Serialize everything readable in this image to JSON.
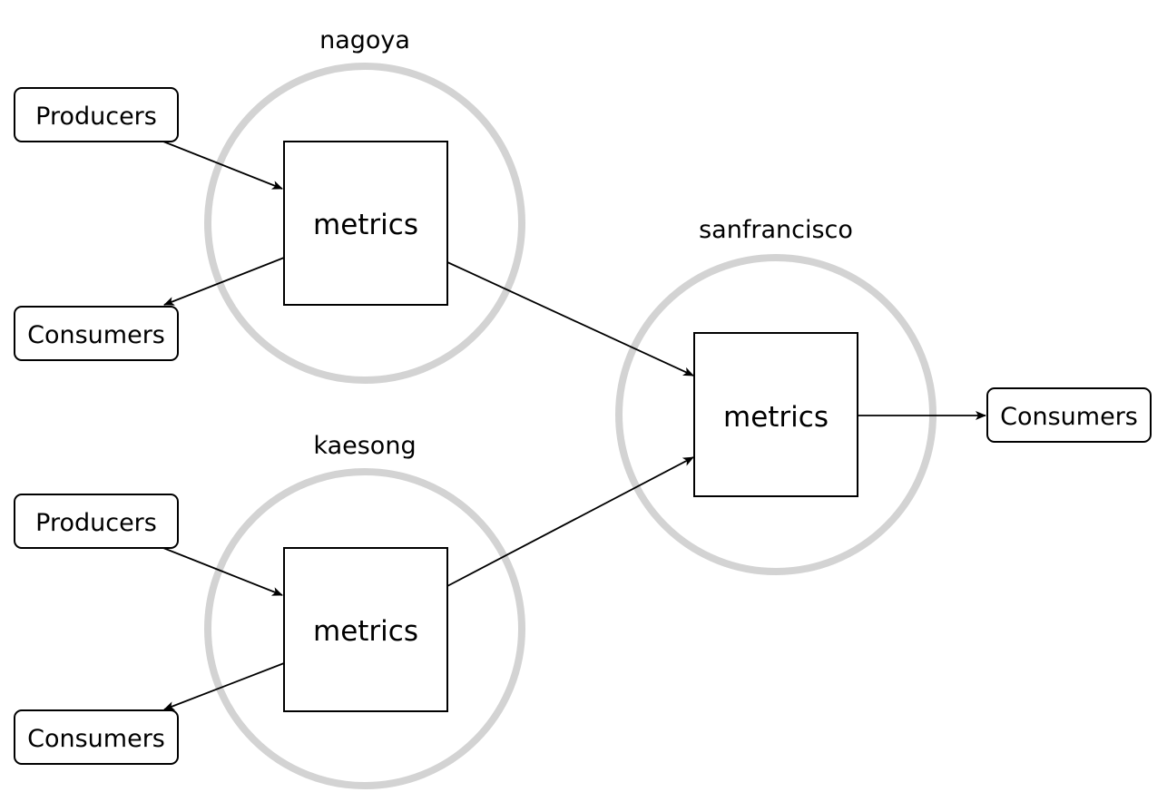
{
  "clusters": {
    "nagoya": {
      "name": "nagoya",
      "topic": "metrics"
    },
    "kaesong": {
      "name": "kaesong",
      "topic": "metrics"
    },
    "sanfrancisco": {
      "name": "sanfrancisco",
      "topic": "metrics"
    }
  },
  "clients": {
    "nagoya_producers": "Producers",
    "nagoya_consumers": "Consumers",
    "kaesong_producers": "Producers",
    "kaesong_consumers": "Consumers",
    "sanfrancisco_consumers": "Consumers"
  },
  "colors": {
    "cluster_ring": "#d3d3d3",
    "stroke": "#000000",
    "background": "#ffffff"
  }
}
